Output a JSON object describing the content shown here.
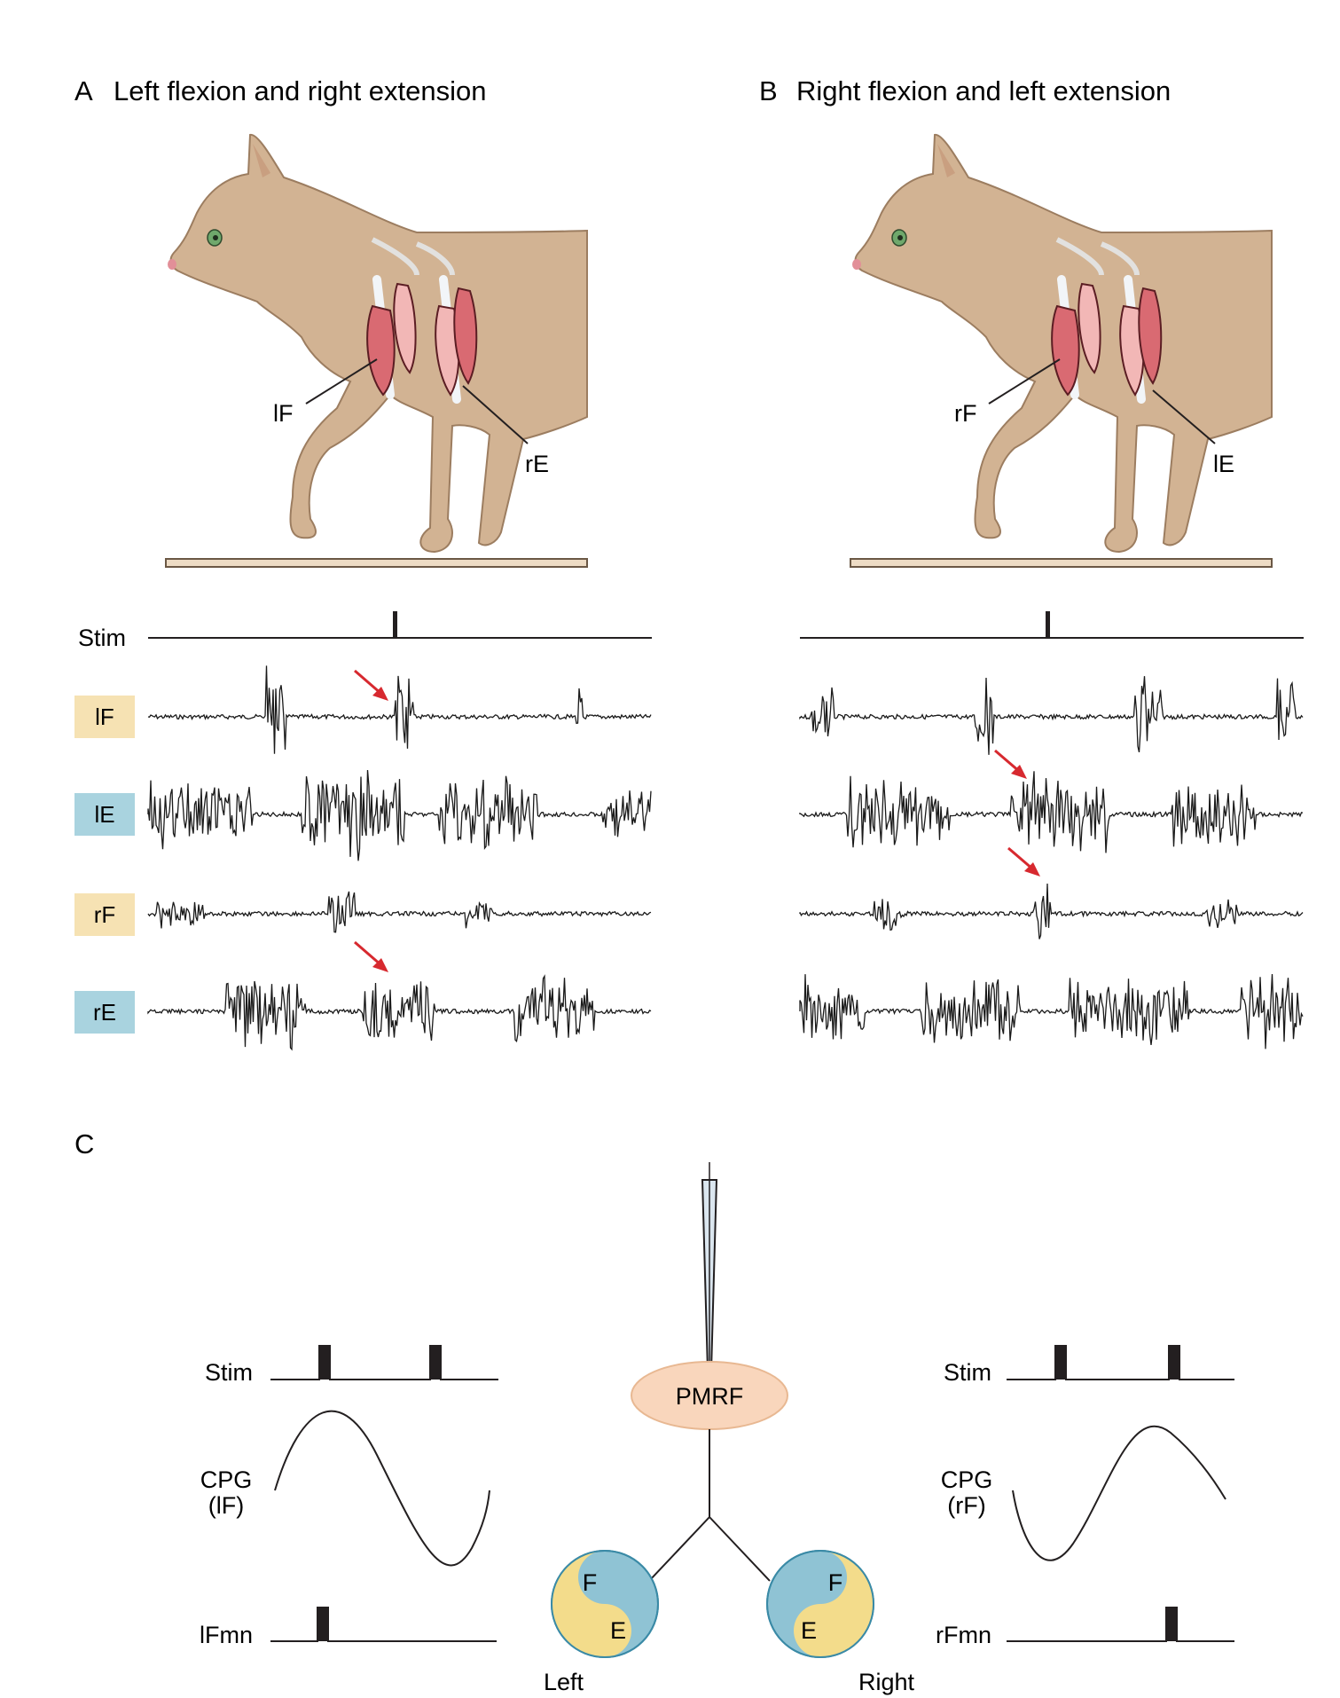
{
  "colors": {
    "cat_fur": "#d2b393",
    "cat_shadow": "#c7a37f",
    "muscle": "#d96a72",
    "muscle_light": "#f2b7b6",
    "bone": "#e6ecf2",
    "flexor_tag": "#f6e2b3",
    "extensor_tag": "#a9d3df",
    "arrow": "#d7292f",
    "pmrf_fill": "#f9d6bc",
    "pmrf_stroke": "#e8b892",
    "cpg_flexor": "#f3dc8b",
    "cpg_extensor": "#8fc3d4",
    "trace": "#1a1a1a"
  },
  "panel_a": {
    "title_letter": "A",
    "title": "Left flexion and right extension",
    "callout_flexor": "lF",
    "callout_extensor": "rE"
  },
  "panel_b": {
    "title_letter": "B",
    "title": "Right flexion and left extension",
    "callout_flexor": "rF",
    "callout_extensor": "lE"
  },
  "emg": {
    "stim_label": "Stim",
    "rows": [
      {
        "label": "lF",
        "kind": "flexor"
      },
      {
        "label": "lE",
        "kind": "extensor"
      },
      {
        "label": "rF",
        "kind": "flexor"
      },
      {
        "label": "rE",
        "kind": "extensor"
      }
    ]
  },
  "panel_c": {
    "title_letter": "C",
    "center_node": "PMRF",
    "left": {
      "stim_label": "Stim",
      "cpg_label_line1": "CPG",
      "cpg_label_line2": "(lF)",
      "mn_label": "lFmn",
      "side_label": "Left",
      "flexor_letter": "F",
      "extensor_letter": "E"
    },
    "right": {
      "stim_label": "Stim",
      "cpg_label_line1": "CPG",
      "cpg_label_line2": "(rF)",
      "mn_label": "rFmn",
      "side_label": "Right",
      "flexor_letter": "F",
      "extensor_letter": "E"
    }
  }
}
